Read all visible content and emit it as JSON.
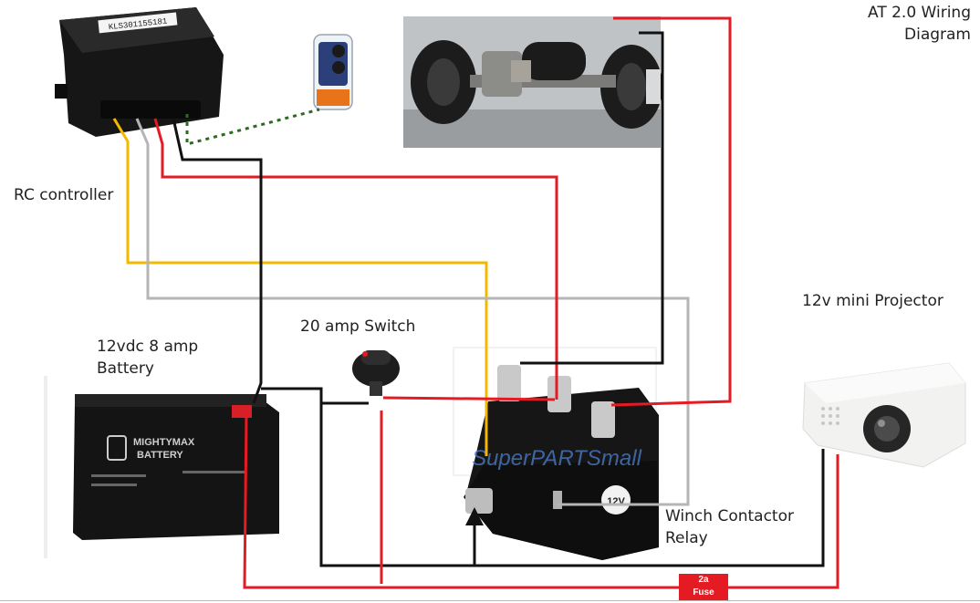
{
  "title_line1": "AT 2.0 Wiring",
  "title_line2": "Diagram",
  "labels": {
    "rc_controller": "RC controller",
    "battery_line1": "12vdc 8 amp",
    "battery_line2": "Battery",
    "switch": "20 amp Switch",
    "projector": "12v mini Projector",
    "relay_line1": "Winch Contactor",
    "relay_line2": "Relay"
  },
  "device_text": {
    "controller_serial": "KLS301155181",
    "battery_brand_line1": "MIGHTYMAX",
    "battery_brand_line2": "BATTERY",
    "relay_watermark": "SuperPARTSmall",
    "relay_voltage": "12V"
  },
  "fuse": {
    "line1": "2a",
    "line2": "Fuse"
  },
  "wire_colors": {
    "red": "#e51b23",
    "black": "#111111",
    "yellow": "#f5b800",
    "gray": "#b5b5b5",
    "green_dotted": "#2e6b1f"
  }
}
